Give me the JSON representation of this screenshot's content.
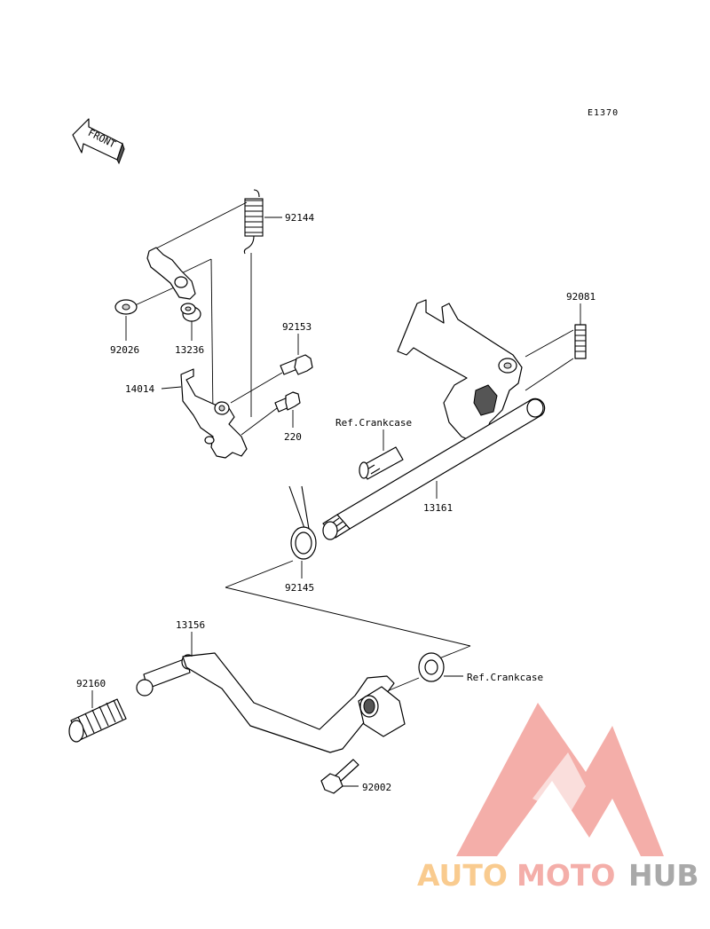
{
  "diagram_code": "E1370",
  "direction_label": "FRONT",
  "parts": {
    "p92144": "92144",
    "p92026": "92026",
    "p13236": "13236",
    "p92153": "92153",
    "p14014": "14014",
    "p220": "220",
    "p92081": "92081",
    "ref_crankcase_1": "Ref.Crankcase",
    "p13161": "13161",
    "p92145": "92145",
    "p13156": "13156",
    "p92160": "92160",
    "ref_crankcase_2": "Ref.Crankcase",
    "p92002": "92002"
  },
  "watermark": {
    "part1": "AUTO",
    "part2": "MOTO",
    "part3": "HUB",
    "color_light": "#f9c27c",
    "color_pink": "#f3a19b",
    "color_grey": "#9b9b9b"
  }
}
